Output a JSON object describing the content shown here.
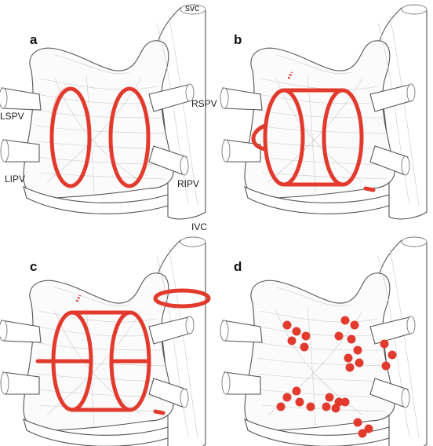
{
  "figure": {
    "panels": [
      {
        "id": "a",
        "letter": "a"
      },
      {
        "id": "b",
        "letter": "b"
      },
      {
        "id": "c",
        "letter": "c"
      },
      {
        "id": "d",
        "letter": "d"
      }
    ],
    "vein_labels": {
      "svc": "svc",
      "ivc": "IVC",
      "lspv": "LSPV",
      "lipv": "LIPV",
      "rspv": "RSPV",
      "ripv": "RIPV"
    }
  },
  "colors": {
    "lesion": "#e23b2e",
    "lesion_back": "#f0a8a2",
    "tissue_line": "#555555",
    "fiber": "#c9c9c9"
  }
}
